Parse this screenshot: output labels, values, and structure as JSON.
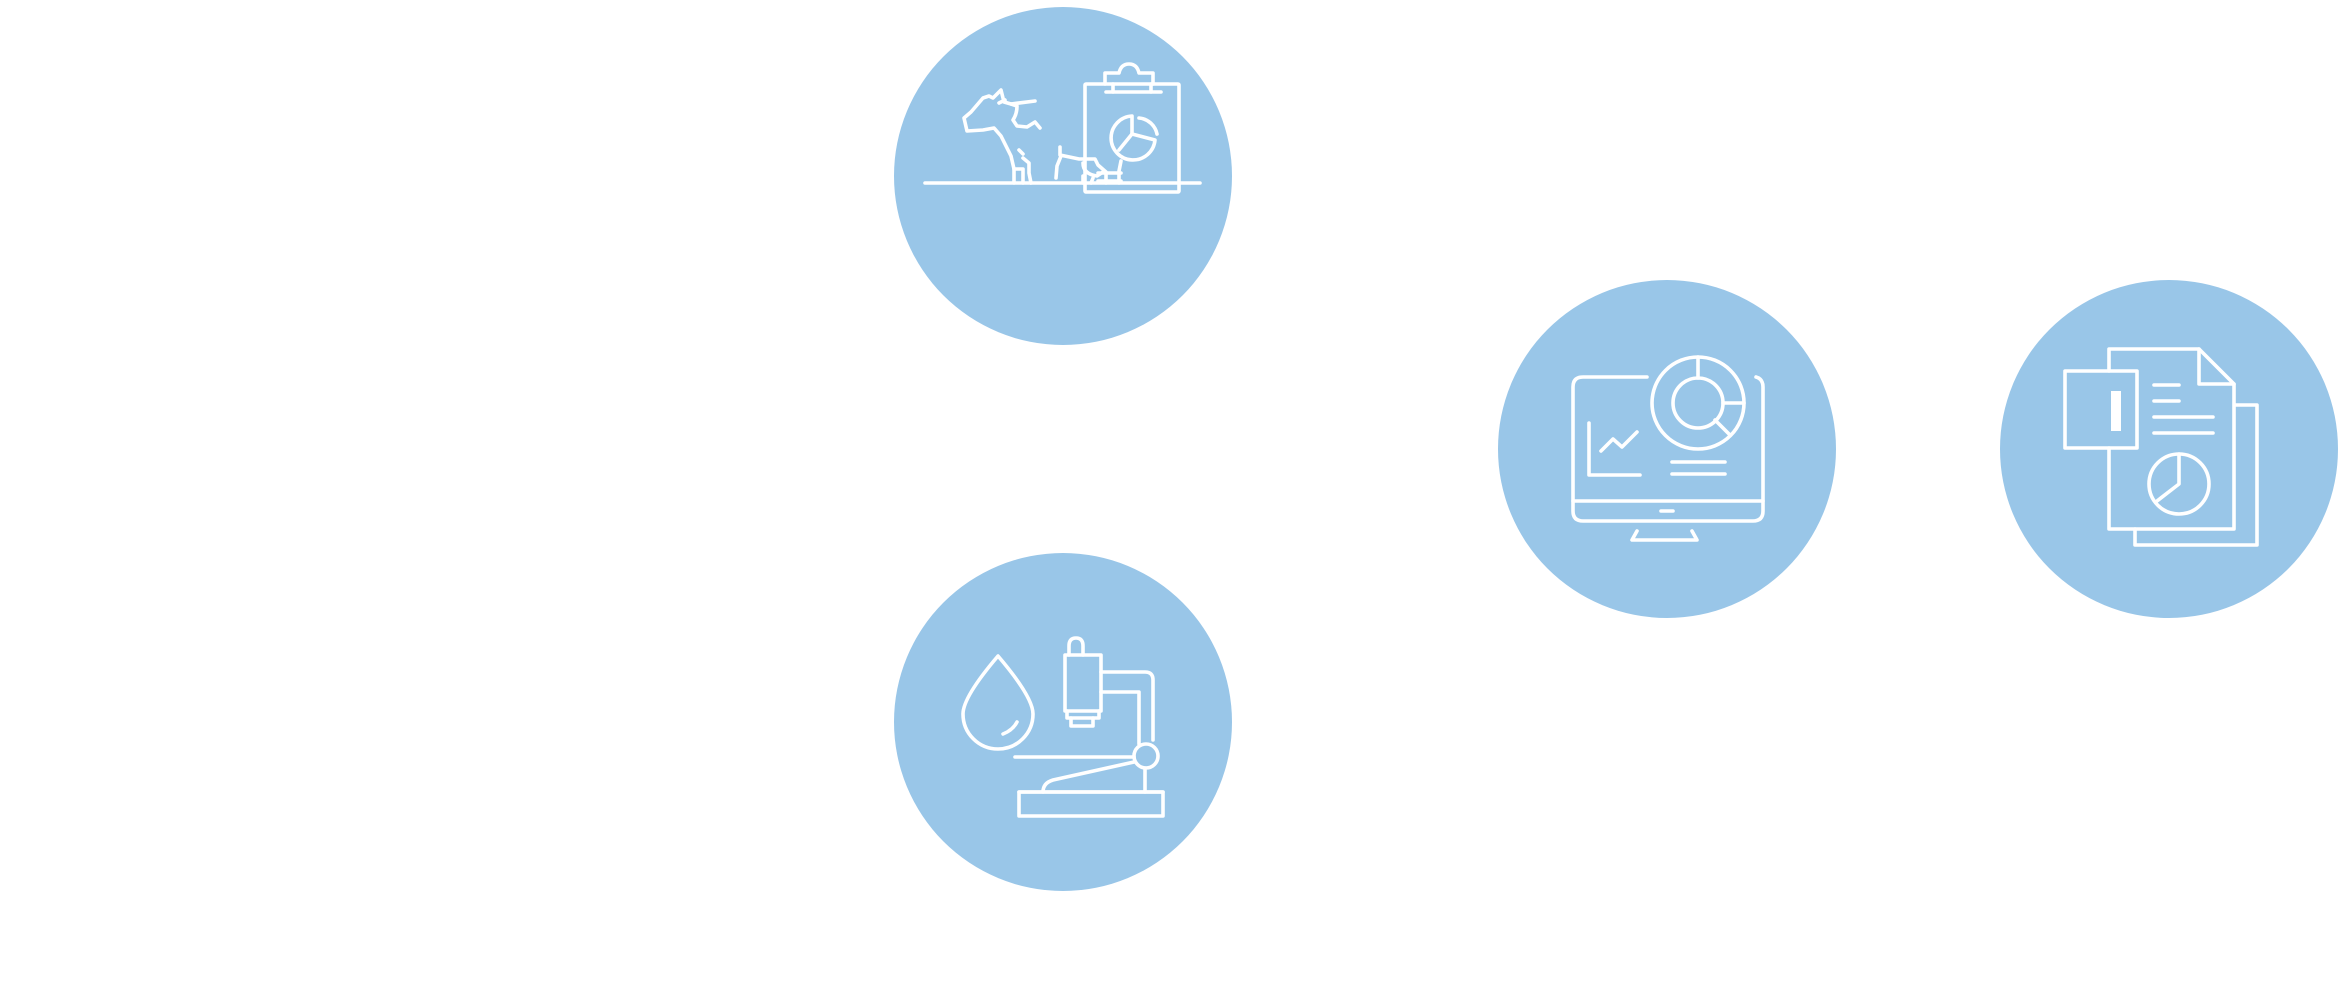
{
  "colors": {
    "background": "#ffffff",
    "circle_fill": "#99c6e8",
    "icon_stroke": "#ffffff"
  },
  "nodes": [
    {
      "id": "livestock",
      "icon": "livestock-report-icon"
    },
    {
      "id": "microscope",
      "icon": "microscope-droplet-icon"
    },
    {
      "id": "monitor",
      "icon": "monitor-dashboard-icon"
    },
    {
      "id": "documents",
      "icon": "documents-report-icon"
    }
  ]
}
